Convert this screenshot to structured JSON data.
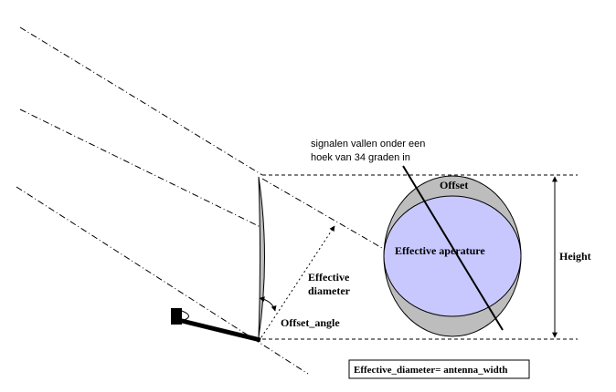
{
  "colors": {
    "background": "#ffffff",
    "ellipse_gray": "#bdbdbd",
    "aperture_fill": "#c8c8ff",
    "line": "#000000",
    "feed_arm": "#000000"
  },
  "labels": {
    "signal_line1": "signalen vallen onder een",
    "signal_line2": "hoek van 34 graden in",
    "offset": "Offset",
    "effective_aperture": "Effective aperature",
    "height": "Height",
    "effective_line1": "Effective",
    "effective_line2": "diameter",
    "offset_angle": "Offset_angle",
    "formula": "Effective_diameter= antenna_width"
  }
}
